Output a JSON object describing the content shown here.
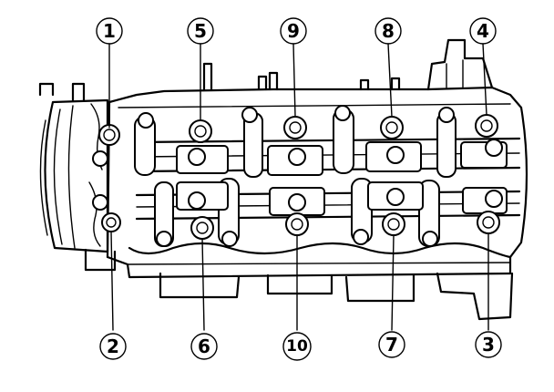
{
  "diagram": {
    "callouts": [
      {
        "id": "bolt-1",
        "label": "1"
      },
      {
        "id": "bolt-2",
        "label": "2"
      },
      {
        "id": "bolt-3",
        "label": "3"
      },
      {
        "id": "bolt-4",
        "label": "4"
      },
      {
        "id": "bolt-5",
        "label": "5"
      },
      {
        "id": "bolt-6",
        "label": "6"
      },
      {
        "id": "bolt-7",
        "label": "7"
      },
      {
        "id": "bolt-8",
        "label": "8"
      },
      {
        "id": "bolt-9",
        "label": "9"
      },
      {
        "id": "bolt-10",
        "label": "10"
      }
    ]
  }
}
